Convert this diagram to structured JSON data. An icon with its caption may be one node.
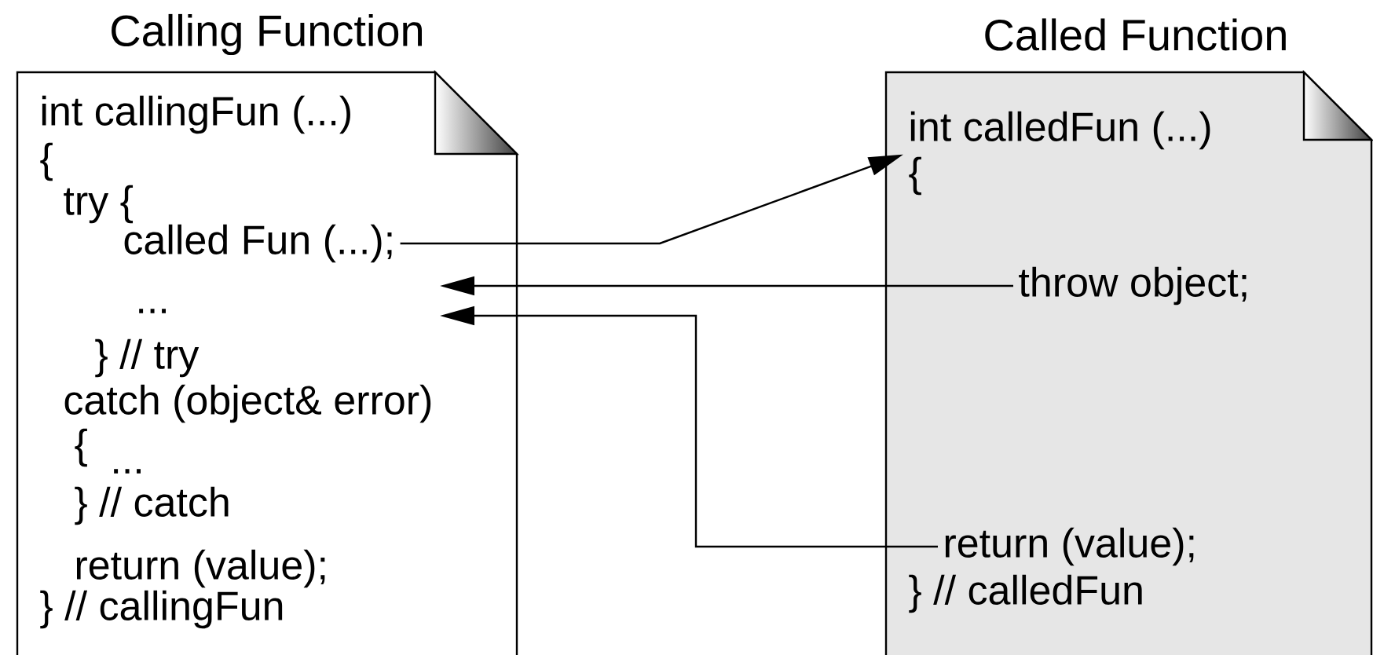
{
  "diagram": {
    "nodes": [
      {
        "text": [
          "Calling Function"
        ]
      },
      {
        "text": [
          "int callingFun (...)"
        ],
        "in": 0
      },
      {
        "text": [
          "{"
        ],
        "in": 0
      },
      {
        "text": [
          "try {"
        ],
        "in": 0
      },
      {
        "text": [
          "called Fun (...);"
        ],
        "in": 0
      },
      {
        "text": [
          "..."
        ],
        "in": 0
      },
      {
        "text": [
          "} // try"
        ],
        "in": 0
      },
      {
        "text": [
          "catch (object& error)"
        ],
        "in": 0
      },
      {
        "text": [
          "{"
        ],
        "in": 0
      },
      {
        "text": [
          "..."
        ],
        "in": 0
      },
      {
        "text": [
          "} // catch"
        ],
        "in": 0
      },
      {
        "text": [
          "return (value);"
        ],
        "in": 0
      },
      {
        "text": [
          "} // callingFun"
        ],
        "in": 0
      },
      {
        "text": [
          "Called Function"
        ]
      },
      {
        "text": [
          "int calledFun (...)"
        ],
        "in": 13
      },
      {
        "text": [
          "{"
        ],
        "in": 13
      },
      {
        "text": [
          "throw object;"
        ],
        "in": 13
      },
      {
        "text": [
          "return (value);"
        ],
        "in": 13
      },
      {
        "text": [
          "} // calledFun"
        ],
        "in": 13
      }
    ],
    "edges": [
      {
        "from": 4,
        "to": 14,
        "arrow": "to"
      },
      {
        "from": 16,
        "to": null,
        "arrow": "to"
      },
      {
        "from": 17,
        "to": null,
        "arrow": "to"
      }
    ]
  }
}
